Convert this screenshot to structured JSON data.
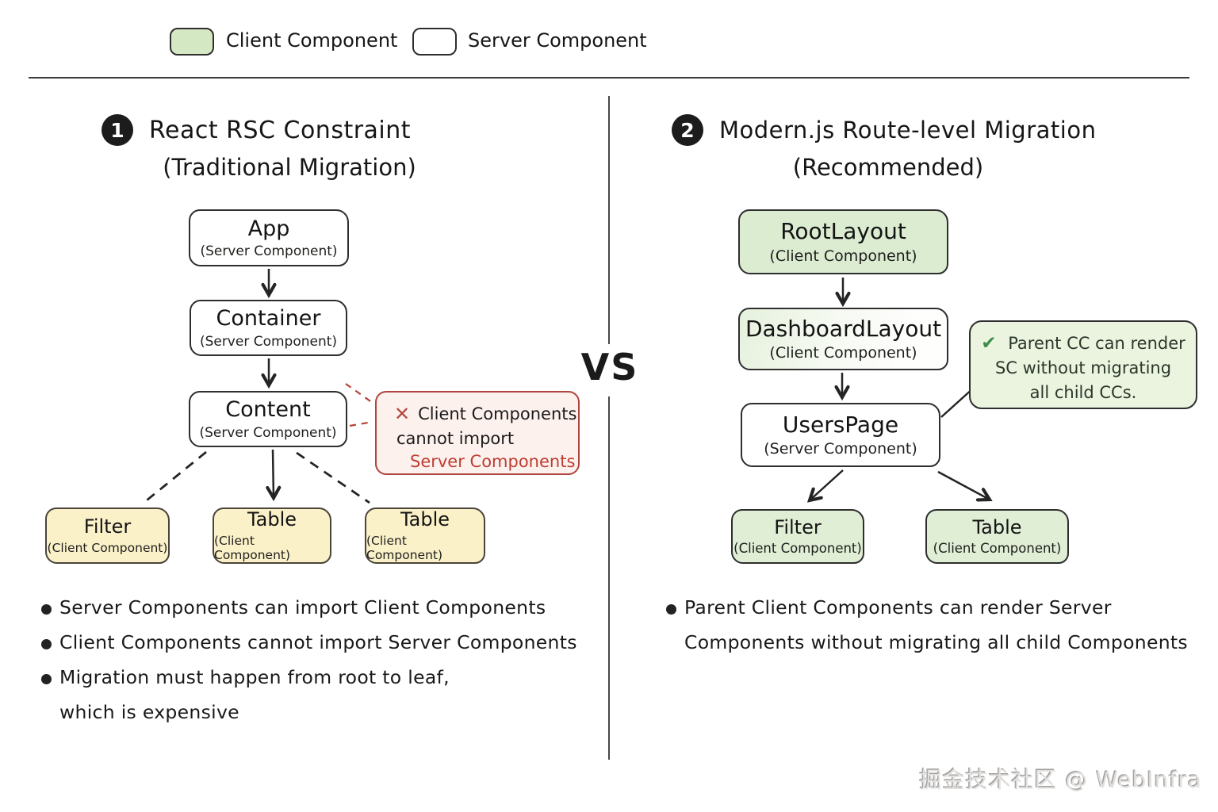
{
  "legend": {
    "client_label": "Client Component",
    "server_label": "Server Component"
  },
  "vs": "VS",
  "left": {
    "badge": "1",
    "title": "React RSC Constraint",
    "subtitle": "(Traditional Migration)",
    "nodes": {
      "app": {
        "name": "App",
        "type": "(Server Component)"
      },
      "container": {
        "name": "Container",
        "type": "(Server Component)"
      },
      "content": {
        "name": "Content",
        "type": "(Server Component)"
      },
      "filter": {
        "name": "Filter",
        "type": "(Client Component)"
      },
      "table_mid": {
        "name": "Table",
        "type": "(Client Component)"
      },
      "table_right": {
        "name": "Table",
        "type": "(Client Component)"
      }
    },
    "error_note": {
      "icon": "✕",
      "line1": "Client Components",
      "line2": "cannot import",
      "line3": "Server Components"
    },
    "bullets": [
      "Server Components can import Client Components",
      "Client Components cannot import Server Components",
      "Migration must happen from root to leaf,",
      "which is expensive"
    ]
  },
  "right": {
    "badge": "2",
    "title": "Modern.js Route-level Migration",
    "subtitle": "(Recommended)",
    "nodes": {
      "root_layout": {
        "name": "RootLayout",
        "type": "(Client Component)"
      },
      "dashboard_layout": {
        "name": "DashboardLayout",
        "type": "(Client Component)"
      },
      "users_page": {
        "name": "UsersPage",
        "type": "(Server Component)"
      },
      "filter": {
        "name": "Filter",
        "type": "(Client Component)"
      },
      "table": {
        "name": "Table",
        "type": "(Client Component)"
      }
    },
    "callout": {
      "icon": "✔",
      "line1": "Parent CC can render",
      "line2": "SC without migrating",
      "line3": "all child CCs."
    },
    "bullets": [
      "Parent Client Components can render Server",
      "Components without migrating all child Components"
    ]
  },
  "watermark": "掘金技术社区 @ WebInfra",
  "colors": {
    "client_green": "#d5e8c4",
    "client_yellow": "#fbf1c9",
    "server_white": "#ffffff",
    "error_red": "#b0453e",
    "check_green": "#3e8e4b",
    "ink": "#1d1d1d"
  }
}
